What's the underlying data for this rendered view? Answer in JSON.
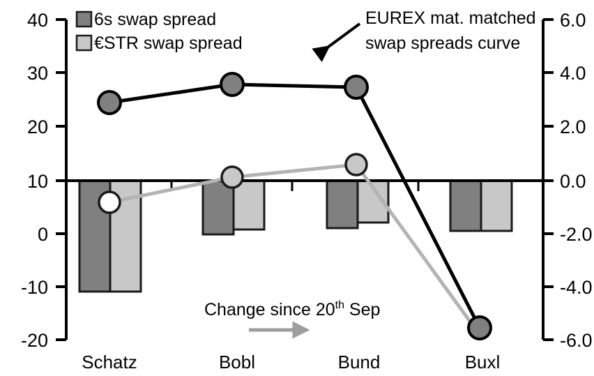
{
  "chart_data": {
    "type": "bar",
    "title": "",
    "subtitle": "",
    "xlabel": "",
    "categories": [
      "Schatz",
      "Bobl",
      "Bund",
      "Buxl"
    ],
    "left_axis": {
      "label": "",
      "ylim": [
        -20,
        40
      ],
      "ticks": [
        40,
        30,
        20,
        10,
        0,
        -10,
        -20
      ],
      "tick_labels": [
        "40",
        "30",
        "20",
        "10",
        "0",
        "-10",
        "-20"
      ],
      "zero_reference_value": 10
    },
    "right_axis": {
      "label": "",
      "ylim": [
        -6.0,
        6.0
      ],
      "ticks": [
        6.0,
        4.0,
        2.0,
        0.0,
        -2.0,
        -4.0,
        -6.0
      ],
      "tick_labels": [
        "6.0",
        "4.0",
        "2.0",
        "0.0",
        "-2.0",
        "-4.0",
        "-6.0"
      ],
      "zero_reference_value": 0.0
    },
    "grid": false,
    "legend_position": "top-left",
    "series": [
      {
        "name": "6s swap spread",
        "kind": "bar",
        "axis": "right",
        "color": "#808080",
        "values": [
          -4.15,
          -1.99,
          -1.76,
          -1.88
        ]
      },
      {
        "name": "€STR swap spread",
        "kind": "bar",
        "axis": "right",
        "color": "#c8c8c8",
        "values": [
          -4.15,
          -1.82,
          -1.56,
          -1.88
        ]
      },
      {
        "name": "EUREX mat. matched swap spreads curve",
        "kind": "line",
        "axis": "left",
        "color": "#000000",
        "marker_fill": "#808080",
        "values": [
          24.5,
          28.0,
          27.4,
          -18.1
        ]
      },
      {
        "name": "Change since 20th Sep",
        "kind": "line",
        "axis": "left",
        "color": "#b3b3b3",
        "marker_fill": "#c8c8c8",
        "values": [
          6.1,
          10.5,
          12.8,
          -19.6
        ]
      }
    ],
    "annotations": [
      {
        "id": "curve-callout",
        "lines": [
          "EUREX mat. matched",
          "swap spreads curve"
        ],
        "arrow": "down-left-arrow"
      },
      {
        "id": "change-callout",
        "text_prefix": "Change since 20",
        "text_sup": "th",
        "text_suffix": " Sep",
        "arrow": "right-arrow",
        "arrow_color": "#b3b3b3"
      }
    ]
  },
  "legend": {
    "items": [
      {
        "label": "6s swap spread",
        "color": "#808080"
      },
      {
        "label": "€STR swap spread",
        "color": "#c8c8c8"
      }
    ]
  },
  "axes": {
    "left_ticks": [
      "40",
      "30",
      "20",
      "10",
      "0",
      "-10",
      "-20"
    ],
    "right_ticks": [
      "6.0",
      "4.0",
      "2.0",
      "0.0",
      "-2.0",
      "-4.0",
      "-6.0"
    ],
    "categories": [
      "Schatz",
      "Bobl",
      "Bund",
      "Buxl"
    ]
  },
  "annotations": {
    "curve_line1": "EUREX mat. matched",
    "curve_line2": "swap spreads curve",
    "change_prefix": "Change since 20",
    "change_sup": "th",
    "change_suffix": " Sep"
  },
  "colors": {
    "dark_bar": "#808080",
    "light_bar": "#c8c8c8",
    "black_line": "#000000",
    "gray_line": "#b3b3b3",
    "axis": "#000000"
  }
}
